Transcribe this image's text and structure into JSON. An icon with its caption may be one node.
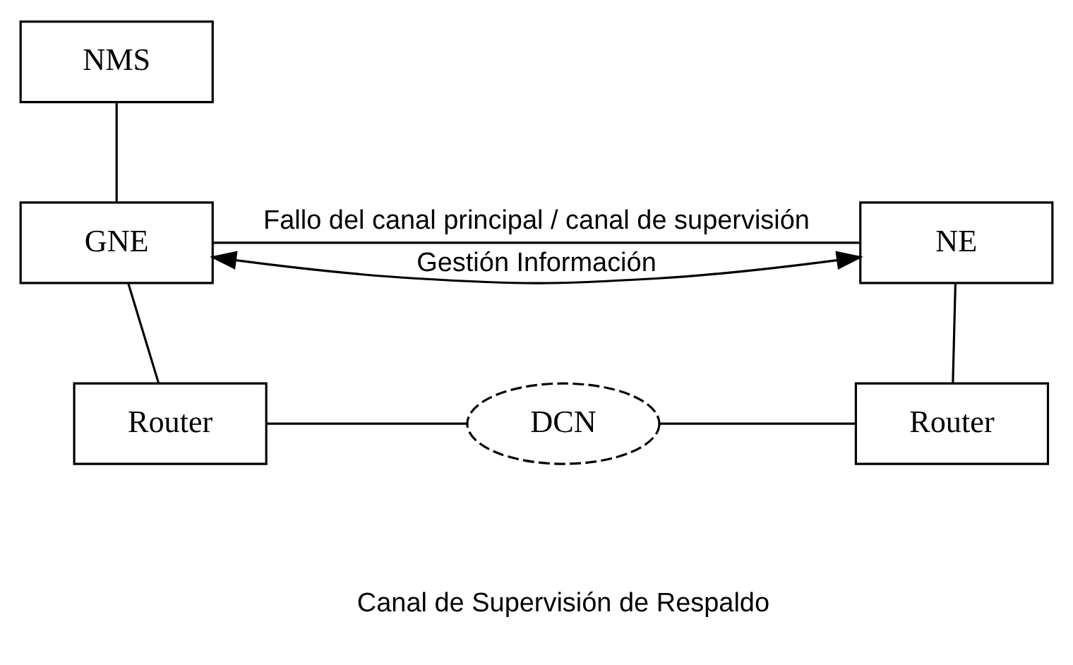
{
  "diagram": {
    "nodes": [
      {
        "text": [
          "NMS"
        ]
      },
      {
        "text": [
          "GNE"
        ]
      },
      {
        "text": [
          "NE"
        ]
      },
      {
        "text": [
          "Router"
        ]
      },
      {
        "text": [
          "DCN"
        ]
      },
      {
        "text": [
          "Router"
        ]
      }
    ],
    "edges": [
      {
        "from": 0,
        "to": 1,
        "arrow": "none"
      },
      {
        "from": 1,
        "to": 2,
        "arrow": "none",
        "label": "Fallo del canal principal / canal de supervisión"
      },
      {
        "from": 1,
        "to": 2,
        "arrow": "both",
        "label": "Gestión Información"
      },
      {
        "from": 1,
        "to": 3,
        "arrow": "none"
      },
      {
        "from": 2,
        "to": 5,
        "arrow": "none"
      },
      {
        "from": 3,
        "to": 4,
        "arrow": "none"
      },
      {
        "from": 4,
        "to": 5,
        "arrow": "none"
      }
    ],
    "labels": [
      "Canal de Supervisión de Respaldo"
    ]
  }
}
